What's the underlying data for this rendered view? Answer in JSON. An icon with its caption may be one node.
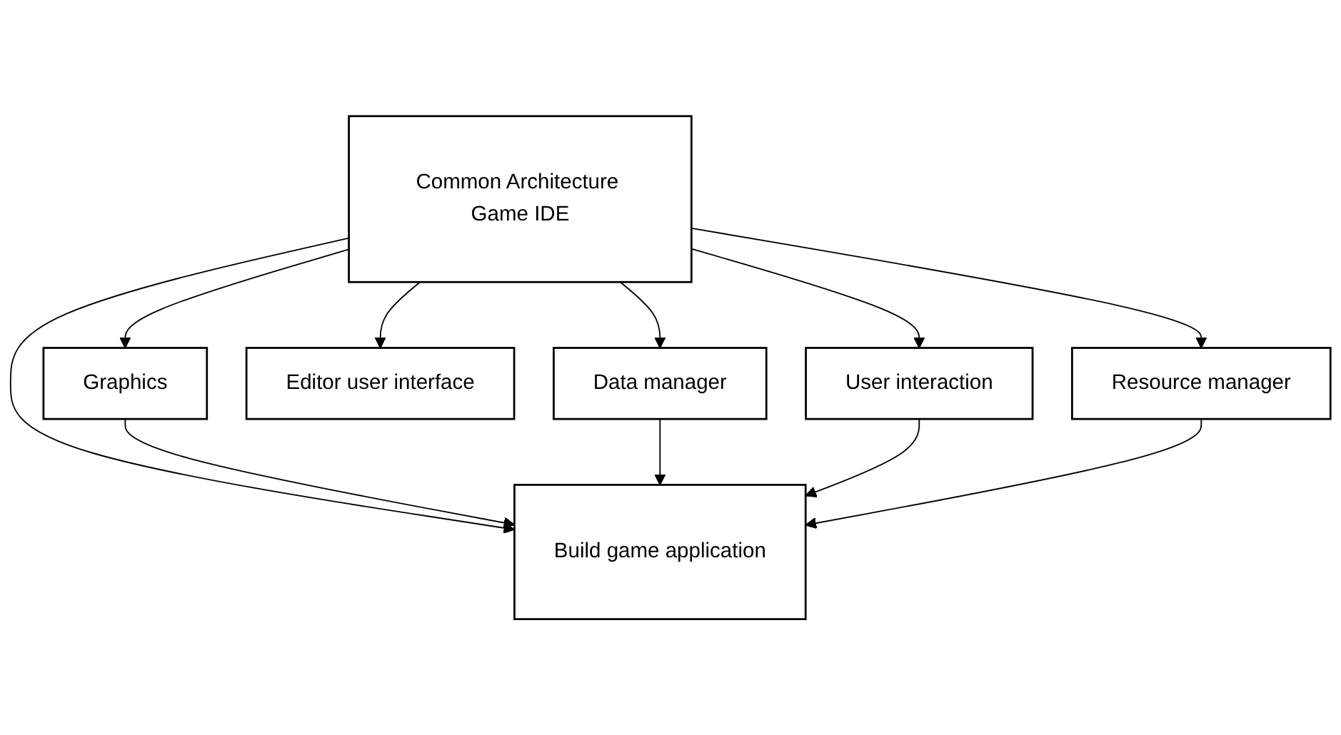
{
  "diagram": {
    "nodes": [
      {
        "text": [
          "Common Architecture Game IDE"
        ]
      },
      {
        "text": [
          "Graphics"
        ]
      },
      {
        "text": [
          "User interaction"
        ]
      },
      {
        "text": [
          "Editor user interface"
        ]
      },
      {
        "text": [
          "Data manager"
        ]
      },
      {
        "text": [
          "Resource manager"
        ]
      },
      {
        "text": [
          "Build game application"
        ]
      }
    ],
    "edges": [
      {
        "from": 0,
        "to": 1,
        "arrow": "to"
      },
      {
        "from": 0,
        "to": 4,
        "arrow": "to"
      },
      {
        "from": 0,
        "to": 2,
        "arrow": "to"
      },
      {
        "from": 0,
        "to": 5,
        "arrow": "to"
      },
      {
        "from": 0,
        "to": 3,
        "arrow": "to"
      },
      {
        "from": 0,
        "to": 6,
        "arrow": "to"
      },
      {
        "from": 1,
        "to": 6,
        "arrow": "to"
      },
      {
        "from": 4,
        "to": 6,
        "arrow": "to"
      },
      {
        "from": 2,
        "to": 6,
        "arrow": "to"
      },
      {
        "from": 5,
        "to": 6,
        "arrow": "to"
      }
    ]
  }
}
